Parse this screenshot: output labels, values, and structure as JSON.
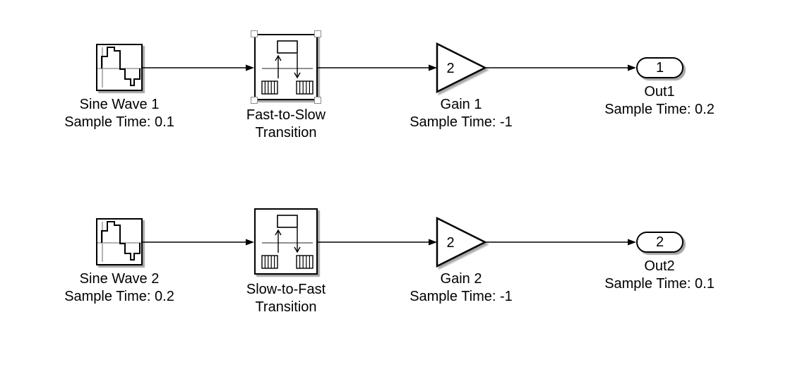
{
  "colors": {
    "background": "#ffffff",
    "line": "#000000",
    "text": "#000000",
    "block_shadow": "#a6a6a6",
    "icon_axis_gray": "#b3b3b3",
    "icon_mid_line_gray": "#808080",
    "selection_handle_border": "#8c8c8c",
    "selection_handle_fill": "#ffffff"
  },
  "rows": [
    {
      "source": {
        "icon": "sine-wave-icon",
        "name": "Sine Wave 1",
        "annotation": "Sample Time: 0.1"
      },
      "transition": {
        "icon": "rate-transition-icon",
        "name_line1": "Fast-to-Slow",
        "name_line2": "Transition",
        "selected": true
      },
      "gain": {
        "value": "2",
        "name": "Gain 1",
        "annotation": "Sample Time: -1"
      },
      "outport": {
        "port_number": "1",
        "name": "Out1",
        "annotation": "Sample Time: 0.2"
      }
    },
    {
      "source": {
        "icon": "sine-wave-icon",
        "name": "Sine Wave 2",
        "annotation": "Sample Time: 0.2"
      },
      "transition": {
        "icon": "rate-transition-icon",
        "name_line1": "Slow-to-Fast",
        "name_line2": "Transition",
        "selected": false
      },
      "gain": {
        "value": "2",
        "name": "Gain 2",
        "annotation": "Sample Time: -1"
      },
      "outport": {
        "port_number": "2",
        "name": "Out2",
        "annotation": "Sample Time: 0.1"
      }
    }
  ]
}
